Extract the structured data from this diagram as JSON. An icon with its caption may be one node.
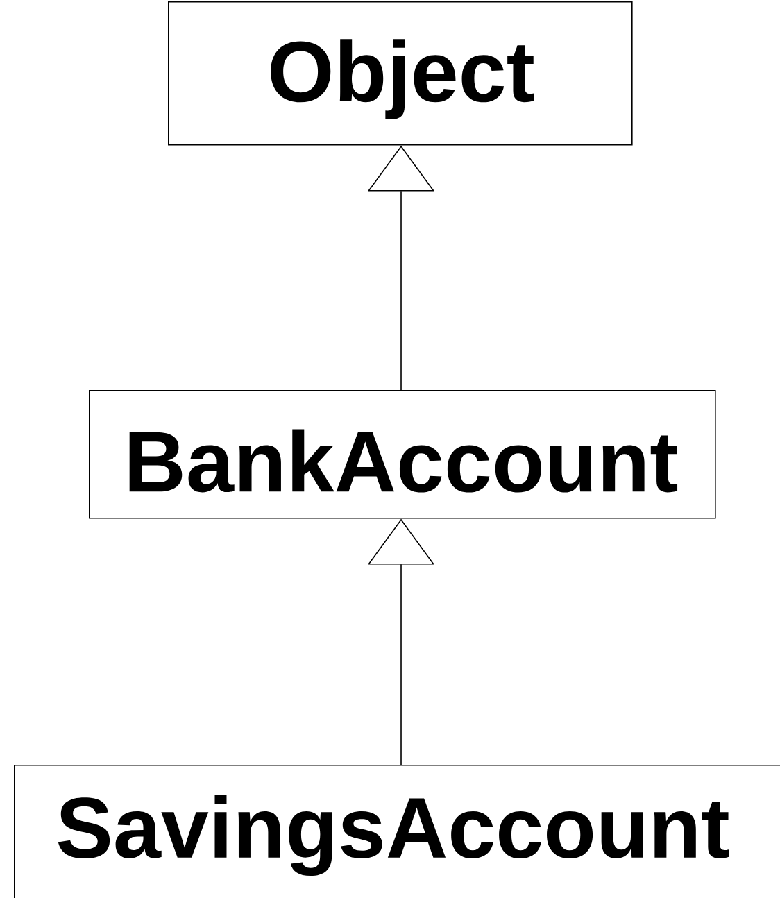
{
  "diagram": {
    "nodes": [
      {
        "text": [
          "Object"
        ]
      },
      {
        "text": [
          "BankAccount"
        ]
      },
      {
        "text": [
          "SavingsAccount"
        ]
      }
    ],
    "edges": [
      {
        "from": 1,
        "to": 0,
        "arrow": "to"
      },
      {
        "from": 2,
        "to": 1,
        "arrow": "to"
      }
    ]
  }
}
